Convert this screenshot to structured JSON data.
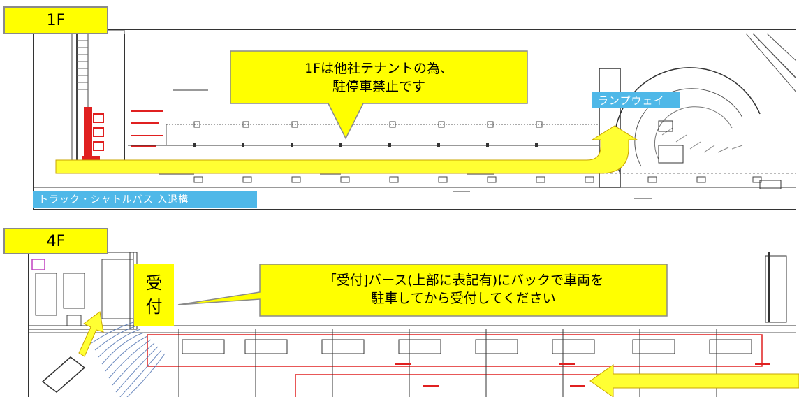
{
  "floors": [
    {
      "tab": "1F",
      "callout": "1Fは他社テナントの為、\n駐停車禁止です",
      "ramp_label": "ランプウェイ",
      "entry_label": "トラック・シャトルバス 入退構"
    },
    {
      "tab": "4F",
      "reception_tag": "受\n付",
      "callout": "「受付]バース(上部に表記有)にバックで車両を\n駐車してから受付してください"
    }
  ],
  "colors": {
    "callout_fill": "#ffff00",
    "arrow_fill": "#ffff33",
    "label_blue": "#4fb8e8",
    "route_red": "#e02020"
  }
}
